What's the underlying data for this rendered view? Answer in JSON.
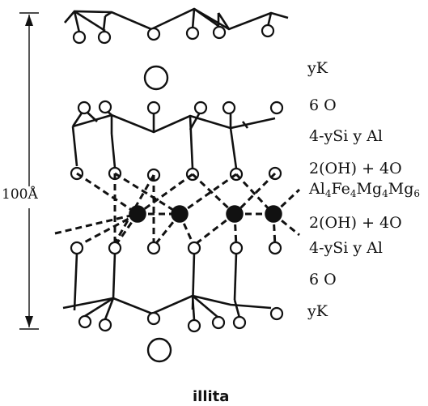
{
  "labels": {
    "yk_top": "yK",
    "o_top": "6   O",
    "si_top": "4-ySi y Al",
    "ohs_top": "2(OH) + 4O",
    "octa": {
      "al": "Al",
      "al_n": "4",
      "fe": "Fe",
      "fe_n": "4",
      "mg1": "Mg",
      "mg1_n": "4",
      "mg2": "Mg",
      "mg2_n": "6"
    },
    "ohs_bottom": "2(OH) + 4O",
    "si_bottom": "4-ySi y Al",
    "o_bottom": "6   O",
    "yk_bottom": "yK"
  },
  "distance": "100Å",
  "caption": "illita"
}
